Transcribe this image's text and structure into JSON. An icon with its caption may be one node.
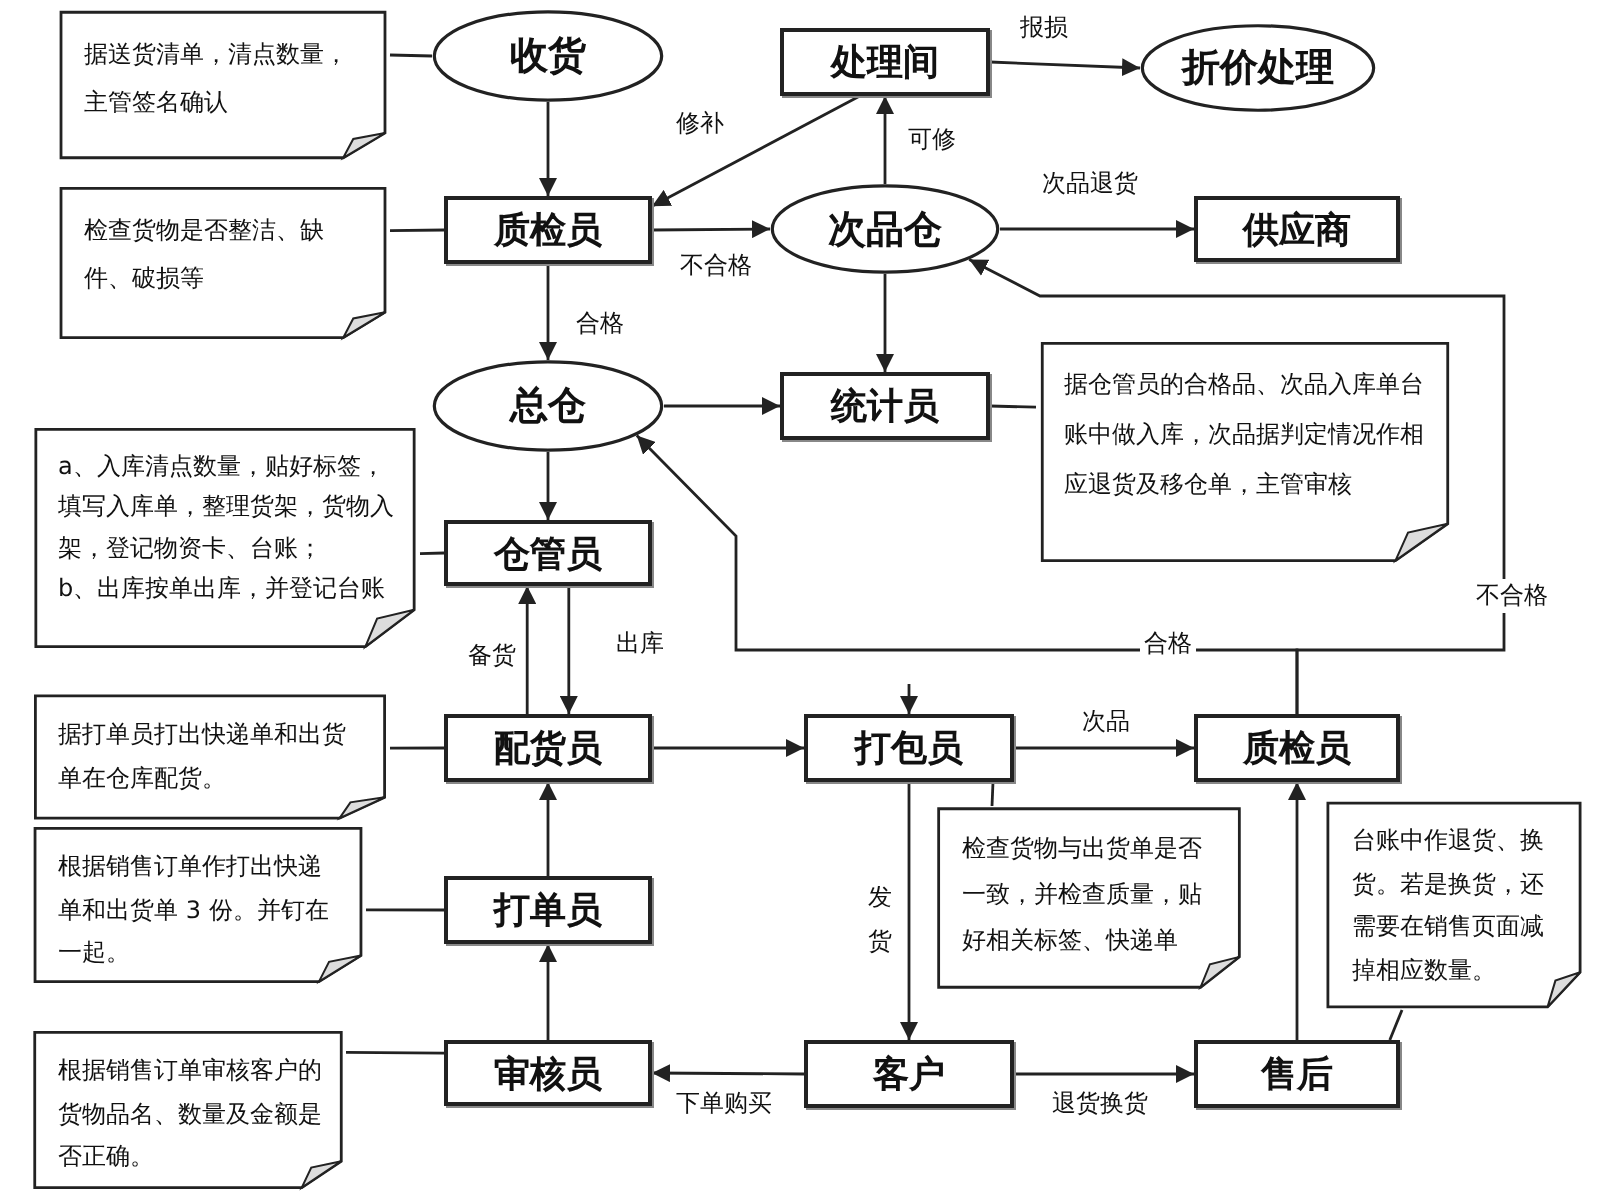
{
  "diagram": {
    "nodes": [
      {
        "text": [
          "据送货清单，清点数量，主管签名确认"
        ]
      },
      {
        "text": [
          "收货"
        ]
      },
      {
        "text": [
          "处理间"
        ]
      },
      {
        "text": [
          "折价处理"
        ]
      },
      {
        "text": [
          "检查货物是否整洁、缺件、破损等"
        ]
      },
      {
        "text": [
          "质检员"
        ]
      },
      {
        "text": [
          "次品仓"
        ]
      },
      {
        "text": [
          "供应商"
        ]
      },
      {
        "text": [
          "总仓"
        ]
      },
      {
        "text": [
          "统计员"
        ]
      },
      {
        "text": [
          "据仓管员的合格品、次品入库单台账中做入库，次品据判定情况作相应退货及移仓单，主管审核"
        ]
      },
      {
        "text": [
          "a、入库清点数量，贴好标签，填写入库单，整理货架，货物入架，登记物资卡、台账；",
          "b、出库按单出库，并登记台账"
        ]
      },
      {
        "text": [
          "仓管员"
        ]
      },
      {
        "text": [
          "据打单员打出快递单和出货单在仓库配货。"
        ]
      },
      {
        "text": [
          "配货员"
        ]
      },
      {
        "text": [
          "打包员"
        ]
      },
      {
        "text": [
          "质检员"
        ]
      },
      {
        "text": [
          "检查货物与出货单是否一致，并检查质量，贴好相关标签、快递单"
        ]
      },
      {
        "text": [
          "台账中作退货、换货。若是换货，还需要在销售页面减掉相应数量。"
        ]
      },
      {
        "text": [
          "根据销售订单作打出快递单和出货单 3 份。并钉在一起。"
        ]
      },
      {
        "text": [
          "打单员"
        ]
      },
      {
        "text": [
          "根据销售订单审核客户的货物品名、数量及金额是否正确。"
        ]
      },
      {
        "text": [
          "审核员"
        ]
      },
      {
        "text": [
          "客户"
        ]
      },
      {
        "text": [
          "售后"
        ]
      }
    ],
    "edges": [
      {
        "from": 0,
        "to": 1,
        "arrow": "none"
      },
      {
        "from": 1,
        "to": 5,
        "arrow": "to"
      },
      {
        "from": 2,
        "to": 5,
        "arrow": "to",
        "label": "修补"
      },
      {
        "from": 2,
        "to": 3,
        "arrow": "to",
        "label": "报损"
      },
      {
        "from": 5,
        "to": 6,
        "arrow": "to",
        "label": "不合格"
      },
      {
        "from": 5,
        "to": 8,
        "arrow": "to",
        "label": "合格"
      },
      {
        "from": 6,
        "to": 2,
        "arrow": "to",
        "label": "可修"
      },
      {
        "from": 6,
        "to": 7,
        "arrow": "to",
        "label": "次品退货"
      },
      {
        "from": 6,
        "to": 9,
        "arrow": "to"
      },
      {
        "from": 8,
        "to": 9,
        "arrow": "to"
      },
      {
        "from": 8,
        "to": 12,
        "arrow": "to"
      },
      {
        "from": 4,
        "to": 5,
        "arrow": "none"
      },
      {
        "from": 9,
        "to": 10,
        "arrow": "none"
      },
      {
        "from": 11,
        "to": 12,
        "arrow": "none"
      },
      {
        "from": 12,
        "to": 14,
        "arrow": "to",
        "label": "出库"
      },
      {
        "from": 14,
        "to": 12,
        "arrow": "to",
        "label": "备货"
      },
      {
        "from": 13,
        "to": 14,
        "arrow": "none"
      },
      {
        "from": 14,
        "to": 15,
        "arrow": "to"
      },
      {
        "from": null,
        "to": 15,
        "arrow": "to"
      },
      {
        "from": 15,
        "to": 16,
        "arrow": "to",
        "label": "次品"
      },
      {
        "from": 16,
        "to": 8,
        "arrow": "to",
        "label": "合格"
      },
      {
        "from": 16,
        "to": 6,
        "arrow": "to",
        "label": "不合格"
      },
      {
        "from": 15,
        "to": 17,
        "arrow": "none"
      },
      {
        "from": 15,
        "to": 23,
        "arrow": "to",
        "label": "发货"
      },
      {
        "from": 19,
        "to": 20,
        "arrow": "none"
      },
      {
        "from": 20,
        "to": 14,
        "arrow": "to"
      },
      {
        "from": 22,
        "to": 20,
        "arrow": "to"
      },
      {
        "from": 21,
        "to": 22,
        "arrow": "none"
      },
      {
        "from": 23,
        "to": 22,
        "arrow": "to",
        "label": "下单购买"
      },
      {
        "from": 23,
        "to": 24,
        "arrow": "to",
        "label": "退货换货"
      },
      {
        "from": 24,
        "to": 16,
        "arrow": "to"
      },
      {
        "from": 18,
        "to": 24,
        "arrow": "none"
      }
    ]
  }
}
